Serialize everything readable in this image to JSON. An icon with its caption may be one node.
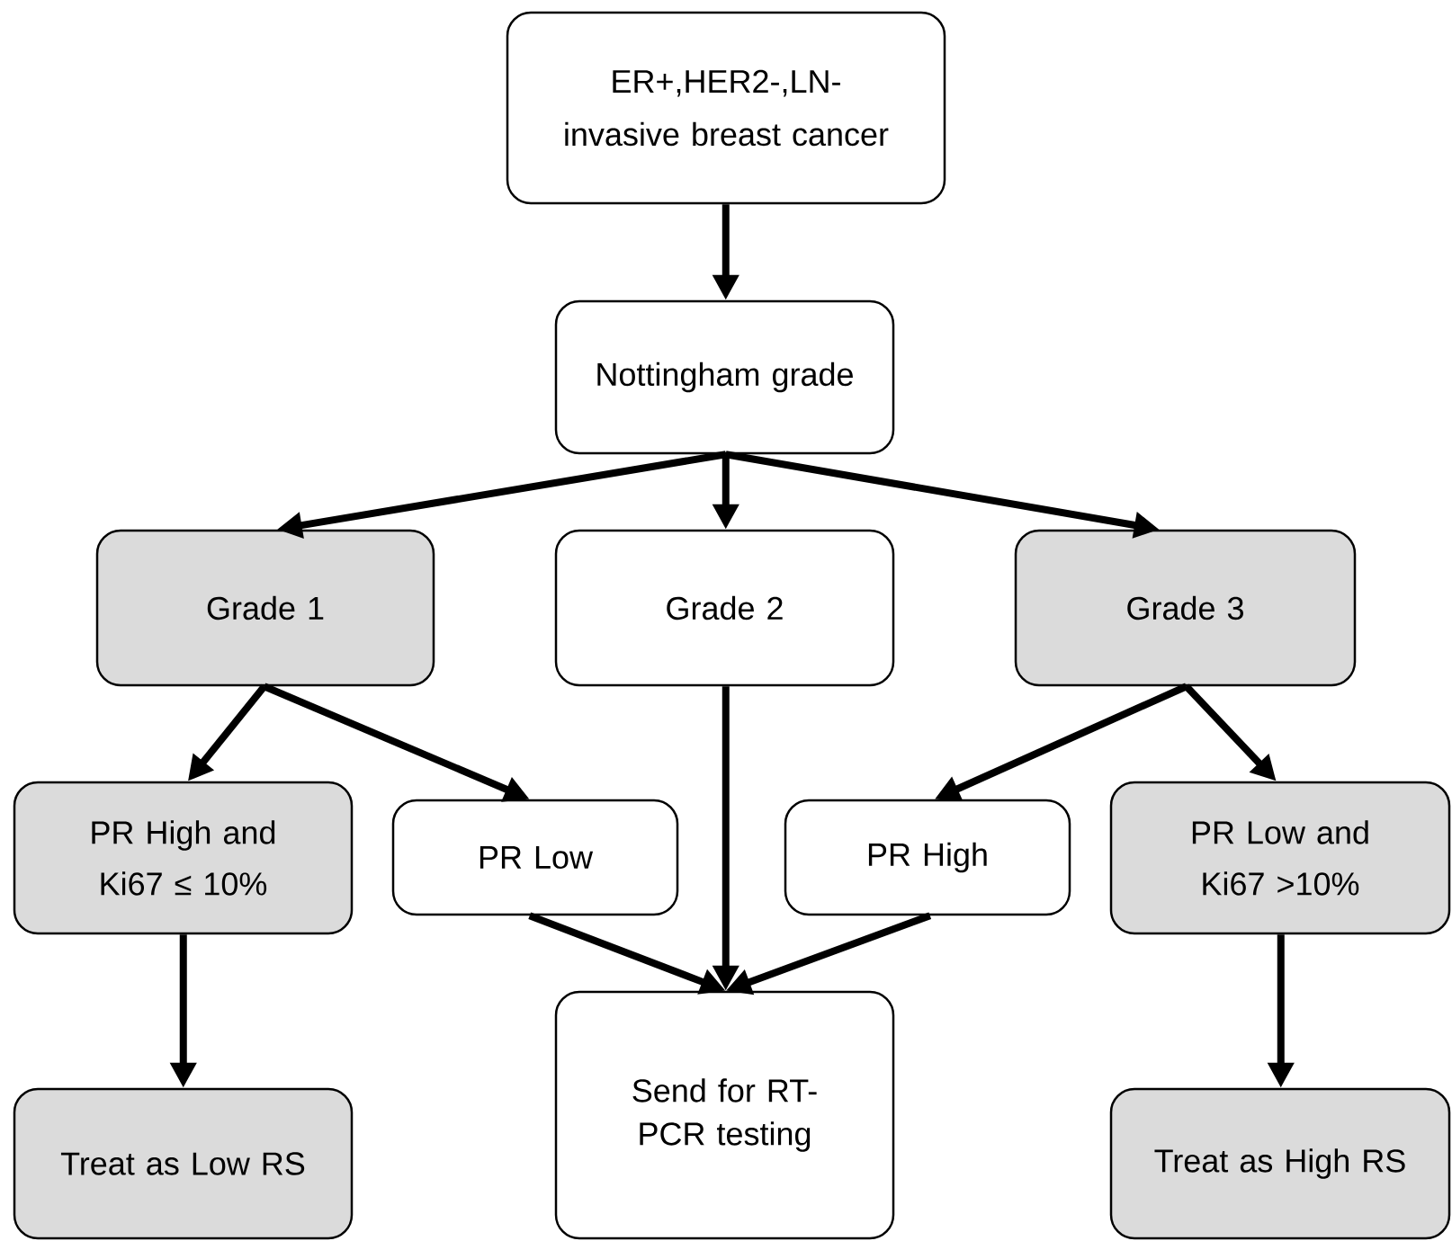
{
  "diagram": {
    "nodes": [
      {
        "text": [
          "ER+,HER2-,LN- invasive breast cancer"
        ]
      },
      {
        "text": [
          "Nottingham grade"
        ]
      },
      {
        "text": [
          "Grade 1"
        ]
      },
      {
        "text": [
          "Grade 2"
        ]
      },
      {
        "text": [
          "Grade 3"
        ]
      },
      {
        "text": [
          "PR High and Ki67 ≤ 10%"
        ]
      },
      {
        "text": [
          "PR Low"
        ]
      },
      {
        "text": [
          "PR High"
        ]
      },
      {
        "text": [
          "PR Low and Ki67 >10%"
        ]
      },
      {
        "text": [
          "Treat as Low RS"
        ]
      },
      {
        "text": [
          "Send for RT-PCR testing"
        ]
      },
      {
        "text": [
          "Treat as High RS"
        ]
      }
    ],
    "edges": [
      {
        "from": 0,
        "to": 1,
        "arrow": "to"
      },
      {
        "from": 1,
        "to": 2,
        "arrow": "to"
      },
      {
        "from": 1,
        "to": 3,
        "arrow": "to"
      },
      {
        "from": 1,
        "to": 4,
        "arrow": "to"
      },
      {
        "from": 2,
        "to": 5,
        "arrow": "to"
      },
      {
        "from": 2,
        "to": 6,
        "arrow": "to"
      },
      {
        "from": 3,
        "to": 10,
        "arrow": "to"
      },
      {
        "from": 4,
        "to": 7,
        "arrow": "to"
      },
      {
        "from": 4,
        "to": 8,
        "arrow": "to"
      },
      {
        "from": 6,
        "to": 10,
        "arrow": "to"
      },
      {
        "from": 7,
        "to": 10,
        "arrow": "to"
      },
      {
        "from": 5,
        "to": 9,
        "arrow": "to"
      },
      {
        "from": 8,
        "to": 11,
        "arrow": "to"
      }
    ]
  }
}
